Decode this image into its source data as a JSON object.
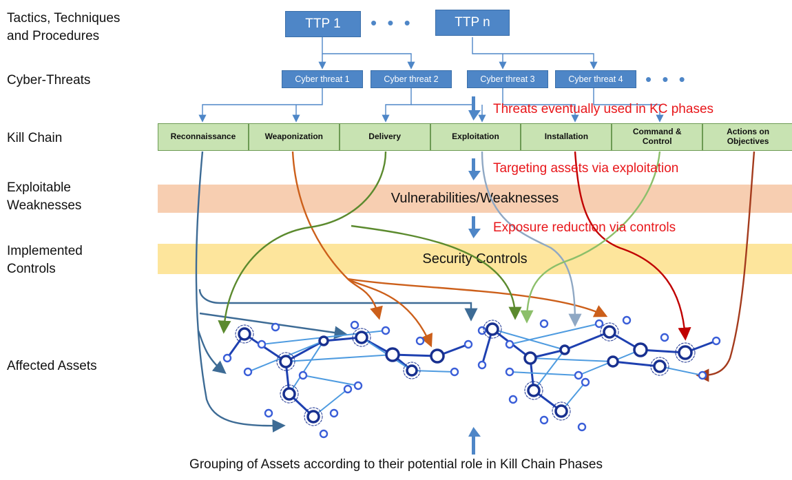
{
  "left_labels": {
    "ttp": [
      "Tactics, Techniques",
      "and Procedures"
    ],
    "cyber_threats": "Cyber-Threats",
    "kill_chain": "Kill Chain",
    "weaknesses": [
      "Exploitable",
      "Weaknesses"
    ],
    "controls": [
      "Implemented",
      "Controls"
    ],
    "assets": "Affected Assets"
  },
  "ttp": {
    "first": "TTP 1",
    "last": "TTP n"
  },
  "threats": [
    "Cyber threat 1",
    "Cyber threat 2",
    "Cyber threat 3",
    "Cyber threat 4"
  ],
  "kill_chain_phases": [
    "Reconnaissance",
    "Weaponization",
    "Delivery",
    "Exploitation",
    "Installation",
    "Command &\nControl",
    "Actions on\nObjectives"
  ],
  "bands": {
    "vulnerabilities": "Vulnerabilities/Weaknesses",
    "controls": "Security Controls"
  },
  "notes": {
    "threats_used": "Threats eventually used in KC phases",
    "targeting": "Targeting assets via exploitation",
    "exposure": "Exposure reduction via controls"
  },
  "caption": "Grouping of Assets according to their potential role in Kill Chain Phases",
  "ellipsis": "• • •",
  "colors": {
    "box_blue": "#4e86c7",
    "kc_green": "#c8e3b2",
    "vuln_band": "#f7ceb1",
    "controls_band": "#fde59c",
    "note_red": "#e8161a"
  }
}
